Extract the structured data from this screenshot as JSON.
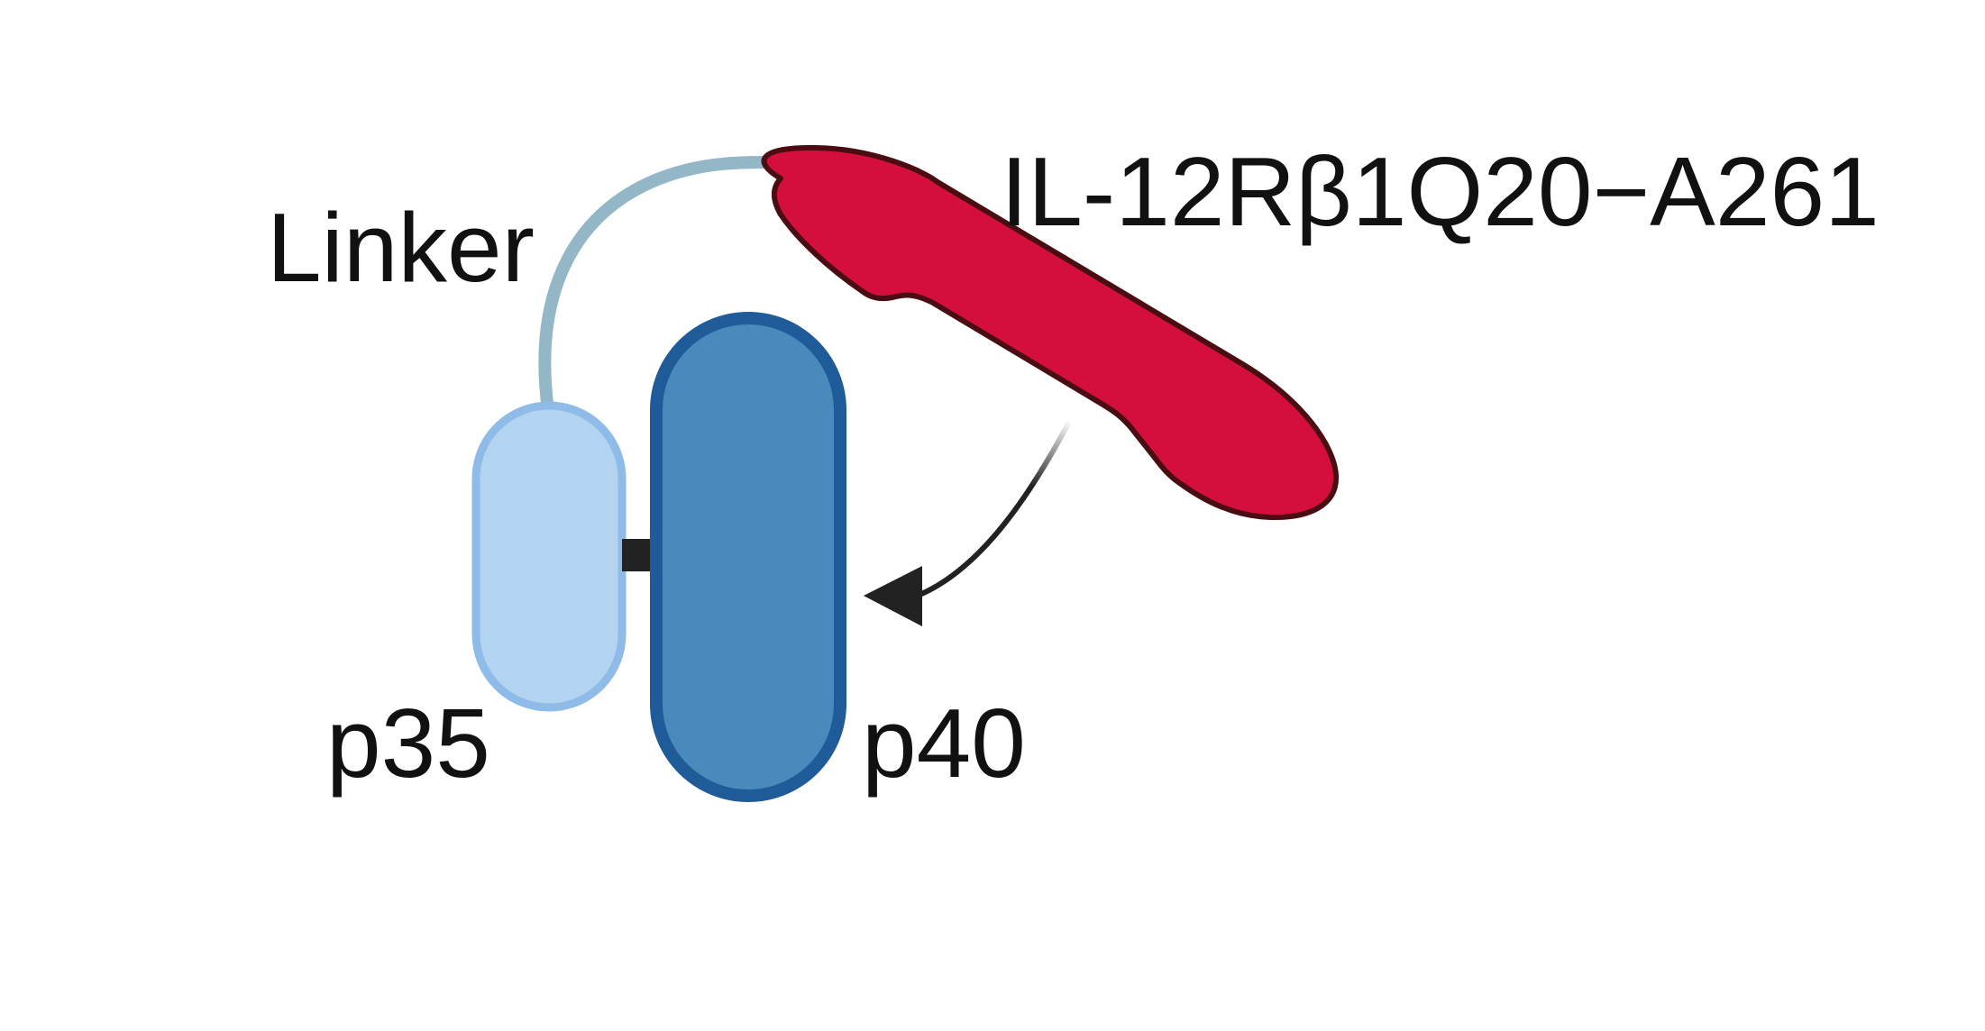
{
  "labels": {
    "linker": "Linker",
    "receptor": "IL-12Rβ1Q20−A261",
    "p35": "p35",
    "p40": "p40"
  },
  "colors": {
    "linker": "#94b7c8",
    "p35_fill": "#b2d4f0",
    "p35_stroke": "#8fbbe8",
    "p40_fill": "#4a89bb",
    "p40_stroke": "#1f5b99",
    "receptor_fill": "#d40e3d",
    "receptor_stroke": "#4a0d12",
    "connector": "#222222",
    "arrow": "#222222",
    "text": "#111111"
  }
}
